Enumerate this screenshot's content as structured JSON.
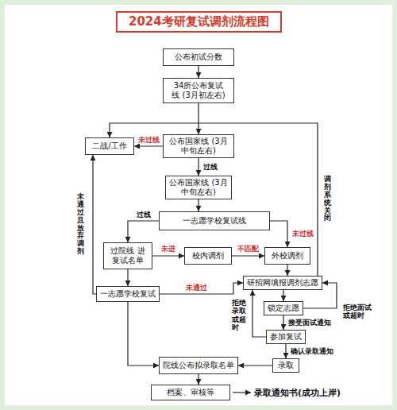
{
  "diagram": {
    "title": "2024考研复试调剂流程图",
    "nodes": [
      {
        "text": [
          "公布初试分数"
        ]
      },
      {
        "text": [
          "34所公布复试线 (3月初左右)"
        ]
      },
      {
        "text": [
          "二战/工作"
        ]
      },
      {
        "text": [
          "公布国家线 (3月中旬左右)"
        ]
      },
      {
        "text": [
          "公布国家线 (3月中旬左右)"
        ]
      },
      {
        "text": [
          "一志愿学校复试线"
        ]
      },
      {
        "text": [
          "过院线 进复试名单"
        ]
      },
      {
        "text": [
          "校内调剂"
        ]
      },
      {
        "text": [
          "外校调剂"
        ]
      },
      {
        "text": [
          "一志愿学校复试"
        ]
      },
      {
        "text": [
          "研招网填报调剂志愿"
        ]
      },
      {
        "text": [
          "锁定志愿"
        ]
      },
      {
        "text": [
          "参加复试"
        ]
      },
      {
        "text": [
          "录取"
        ]
      },
      {
        "text": [
          "院线公布拟录取名单"
        ]
      },
      {
        "text": [
          "档案、审核等"
        ]
      }
    ],
    "edges": [
      {
        "from": 0,
        "to": 1,
        "arrow": "to"
      },
      {
        "from": 1,
        "to": 3,
        "arrow": "to"
      },
      {
        "from": 3,
        "to": 2,
        "label": "未过线",
        "arrow": "to"
      },
      {
        "from": 3,
        "to": 4,
        "label": "过线",
        "arrow": "to"
      },
      {
        "from": 4,
        "to": 5,
        "arrow": "to"
      },
      {
        "from": 5,
        "to": 6,
        "label": "过线",
        "arrow": "to"
      },
      {
        "from": 5,
        "to": 8,
        "label": "未过线",
        "arrow": "to"
      },
      {
        "from": 6,
        "to": 7,
        "label": "未进",
        "arrow": "to"
      },
      {
        "from": 7,
        "to": 8,
        "label": "不匹配",
        "arrow": "to"
      },
      {
        "from": 6,
        "to": 9,
        "arrow": "to"
      },
      {
        "from": 8,
        "to": 10,
        "arrow": "to"
      },
      {
        "from": 9,
        "to": 10,
        "label": "未通过",
        "arrow": "to"
      },
      {
        "from": 9,
        "to": 2,
        "label": "未通过且放弃调剂",
        "arrow": "to"
      },
      {
        "from": 10,
        "to": 2,
        "label": "调剂系统关闭",
        "arrow": "to"
      },
      {
        "from": 10,
        "to": 11,
        "arrow": "to"
      },
      {
        "from": 11,
        "to": 10,
        "label": "拒绝面试或超时",
        "arrow": "to"
      },
      {
        "from": 11,
        "to": 12,
        "label": "接受面试通知",
        "arrow": "to"
      },
      {
        "from": 12,
        "to": 10,
        "label": "拒绝录取或超时",
        "arrow": "to"
      },
      {
        "from": 12,
        "to": 13,
        "label": "确认录取通知",
        "arrow": "to"
      },
      {
        "from": 13,
        "to": 14,
        "arrow": "to"
      },
      {
        "from": 9,
        "to": 14,
        "arrow": "to"
      },
      {
        "from": 14,
        "to": 15,
        "arrow": "to"
      }
    ],
    "labels": [
      "录取通知书(成功上岸)"
    ]
  }
}
